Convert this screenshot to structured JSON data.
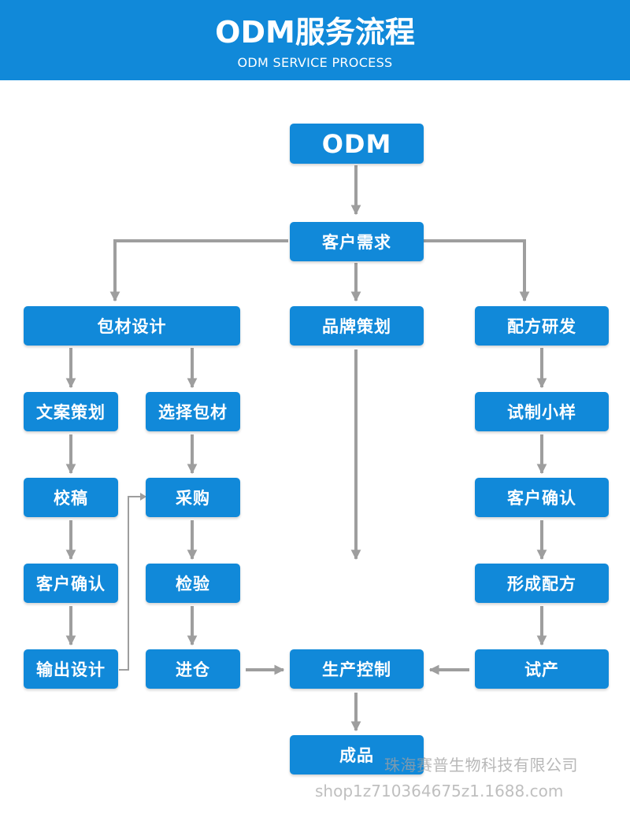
{
  "header": {
    "title": "ODM服务流程",
    "subtitle": "ODM SERVICE PROCESS",
    "bg_color": "#1189d9"
  },
  "colors": {
    "box": "#1189d9",
    "arrow": "#9e9e9e"
  },
  "nodes": {
    "odm": "ODM",
    "customer_demand": "客户需求",
    "packaging_design": "包材设计",
    "brand_planning": "品牌策划",
    "formula_rd": "配方研发",
    "copywriting": "文案策划",
    "select_packaging": "选择包材",
    "trial_sample": "试制小样",
    "proofread": "校稿",
    "purchase": "采购",
    "customer_confirm_formula": "客户确认",
    "customer_confirm_design": "客户确认",
    "inspection": "检验",
    "finalize_formula": "形成配方",
    "output_design": "输出设计",
    "warehousing": "进仓",
    "production_control": "生产控制",
    "trial_production": "试产",
    "finished_product": "成品"
  },
  "watermark": {
    "company": "珠海赛普生物科技有限公司",
    "url": "shop1z710364675z1.1688.com"
  }
}
